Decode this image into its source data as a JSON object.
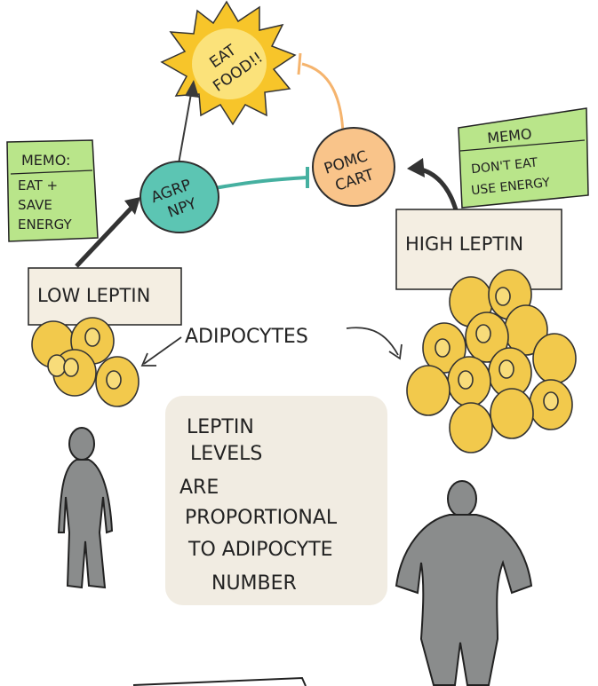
{
  "hunger_signal": {
    "line1": "EAT",
    "line2": "FOOD!!"
  },
  "agrp_node": {
    "line1": "AGRP",
    "line2": "NPY"
  },
  "pomc_node": {
    "line1": "POMC",
    "line2": "CART"
  },
  "memo_left": {
    "title": "MEMO:",
    "line1": "EAT +",
    "line2": "SAVE",
    "line3": "ENERGY"
  },
  "memo_right": {
    "title": "MEMO",
    "line1": "DON'T EAT",
    "line2": "USE ENERGY"
  },
  "low_leptin_label": "LOW LEPTIN",
  "high_leptin_label": "HIGH LEPTIN",
  "adipocytes_label": "ADIPOCYTES",
  "note": {
    "line1": "LEPTIN",
    "line2": "LEVELS",
    "line3": "ARE",
    "line4": "PROPORTIONAL",
    "line5": "TO ADIPOCYTE",
    "line6": "NUMBER"
  },
  "colors": {
    "burst": "#f7c52a",
    "burst_inner": "#fbe27a",
    "agrp": "#5cc5b3",
    "pomc": "#f9c48a",
    "memo_green": "#b9e58a",
    "label_box": "#f4eee2",
    "fat_cell": "#f2c94c",
    "fat_cell_light": "#f8dc7a",
    "person": "#8a8c8c",
    "note_bg": "#f1ece2"
  }
}
